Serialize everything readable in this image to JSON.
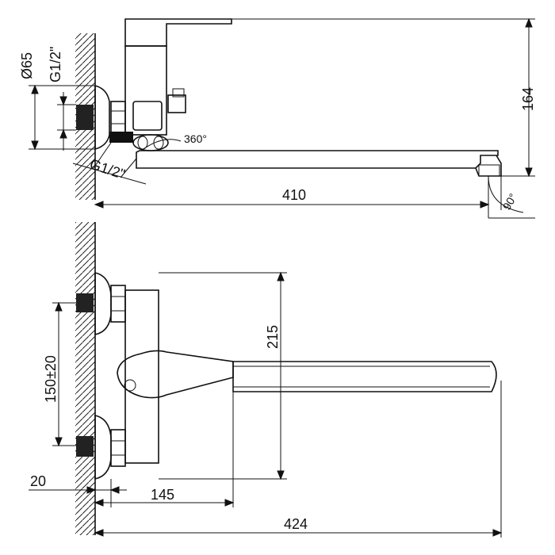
{
  "top_view": {
    "dim_diameter": "Ø65",
    "dim_thread_inlet": "G1/2\"",
    "dim_thread_outlet": "G1/2\"",
    "dim_rotation": "360°",
    "dim_height": "164",
    "dim_spout_length": "410",
    "dim_angle": "90°"
  },
  "front_view": {
    "dim_height": "215",
    "dim_center_distance": "150±20",
    "dim_wall_offset": "20",
    "dim_body_depth": "145",
    "dim_total_length": "424"
  }
}
